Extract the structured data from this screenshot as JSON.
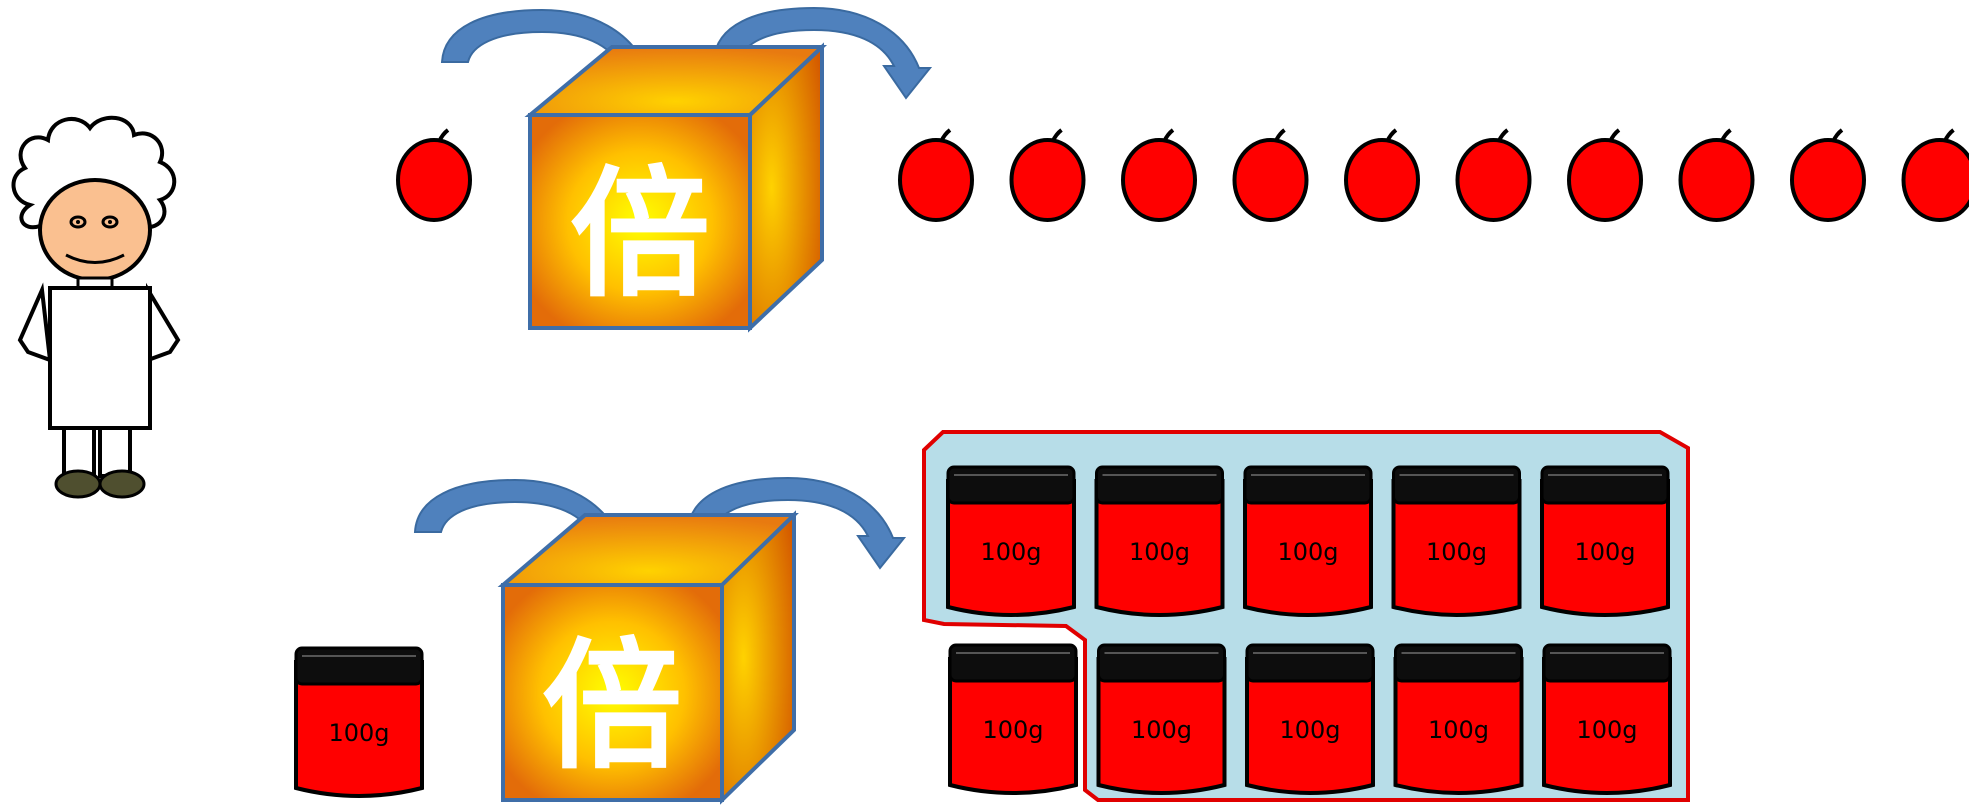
{
  "colors": {
    "cherry": "#ff0000",
    "jar_body": "#ff0000",
    "jar_lid": "#0d0d0d",
    "arrow": "#4f81bd",
    "box_glow_center": "#ffff00",
    "box_glow_edge": "#e36c09",
    "tray_fill": "#b7dde8",
    "tray_border": "#e00000"
  },
  "top_row": {
    "input_cherry_count": 1,
    "box_label": "倍",
    "output_cherry_count": 10
  },
  "bottom_row": {
    "input_jar": {
      "label": "100g"
    },
    "box_label": "倍",
    "output_jars": [
      {
        "label": "100g"
      },
      {
        "label": "100g"
      },
      {
        "label": "100g"
      },
      {
        "label": "100g"
      },
      {
        "label": "100g"
      },
      {
        "label": "100g"
      },
      {
        "label": "100g"
      },
      {
        "label": "100g"
      },
      {
        "label": "100g"
      },
      {
        "label": "100g"
      }
    ]
  }
}
